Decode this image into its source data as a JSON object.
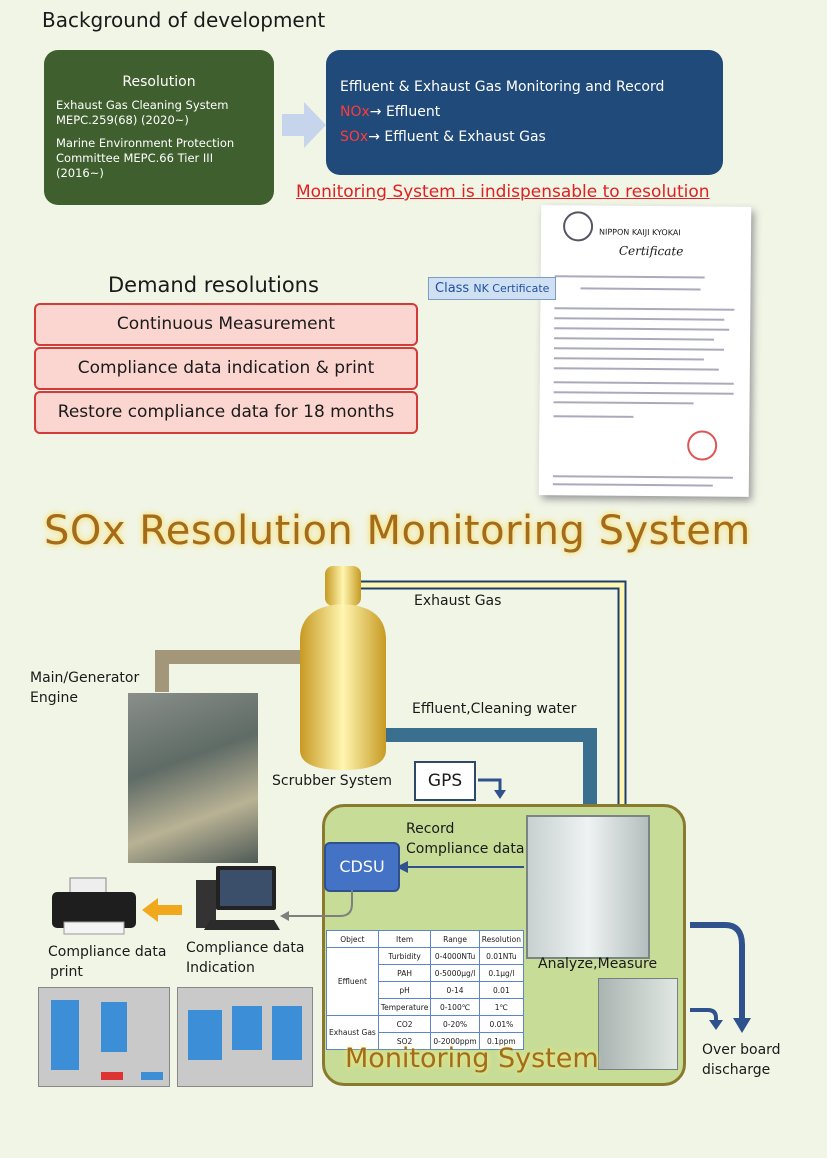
{
  "background": {
    "title": "Background of development",
    "resolution_title": "Resolution",
    "resolution_line1": "Exhaust Gas Cleaning System MEPC.259(68) (2020~)",
    "resolution_line2": "Marine Environment Protection Committee MEPC.66 Tier III (2016~)",
    "monitoring_title": "Effluent & Exhaust Gas Monitoring and Record",
    "nox": "NOx",
    "nox_text": "→ Effluent",
    "sox": "SOx",
    "sox_text": "→ Effluent & Exhaust Gas",
    "indispensable": "Monitoring System is indispensable to resolution"
  },
  "demand": {
    "title": "Demand resolutions",
    "items": [
      "Continuous Measurement",
      "Compliance data indication & print",
      "Restore compliance data for 18 months"
    ]
  },
  "certificate": {
    "org": "NIPPON KAIJI KYOKAI",
    "title": "Certificate",
    "badge_main": "Class ",
    "badge_sub": "NK Certificate"
  },
  "system": {
    "title": "SOx Resolution Monitoring System",
    "exhaust_gas": "Exhaust Gas",
    "engine_l1": "Main/Generator",
    "engine_l2": "Engine",
    "effluent": "Effluent,Cleaning water",
    "scrubber": "Scrubber System",
    "gps": "GPS",
    "record_l1": "Record",
    "record_l2": "Compliance data",
    "cdsu": "CDSU",
    "print_l1": "Compliance data",
    "print_l2": "print",
    "indication_l1": "Compliance data",
    "indication_l2": "Indication",
    "analyze": "Analyze,Measure",
    "monitoring": "Monitoring System",
    "overboard_l1": "Over board",
    "overboard_l2": "discharge"
  },
  "spec_table": {
    "headers": [
      "Object",
      "Item",
      "Range",
      "Resolution"
    ],
    "effluent_label": "Effluent",
    "exhaust_label": "Exhaust Gas",
    "rows": [
      [
        "Turbidity",
        "0-4000NTu",
        "0.01NTu"
      ],
      [
        "PAH",
        "0-5000μg/l",
        "0.1μg/l"
      ],
      [
        "pH",
        "0-14",
        "0.01"
      ],
      [
        "Temperature",
        "0-100℃",
        "1℃"
      ],
      [
        "CO2",
        "0-20%",
        "0.01%"
      ],
      [
        "SO2",
        "0-2000ppm",
        "0.1ppm"
      ]
    ]
  },
  "colors": {
    "resolution_box": "#3f5f2e",
    "monitoring_box": "#204a7a",
    "alert_red": "#e02020",
    "demand_fill": "#fbd6d0",
    "title_gold": "#a36b1a",
    "pipe_blue": "#3a6f8f",
    "panel_green": "#c7dc97"
  }
}
